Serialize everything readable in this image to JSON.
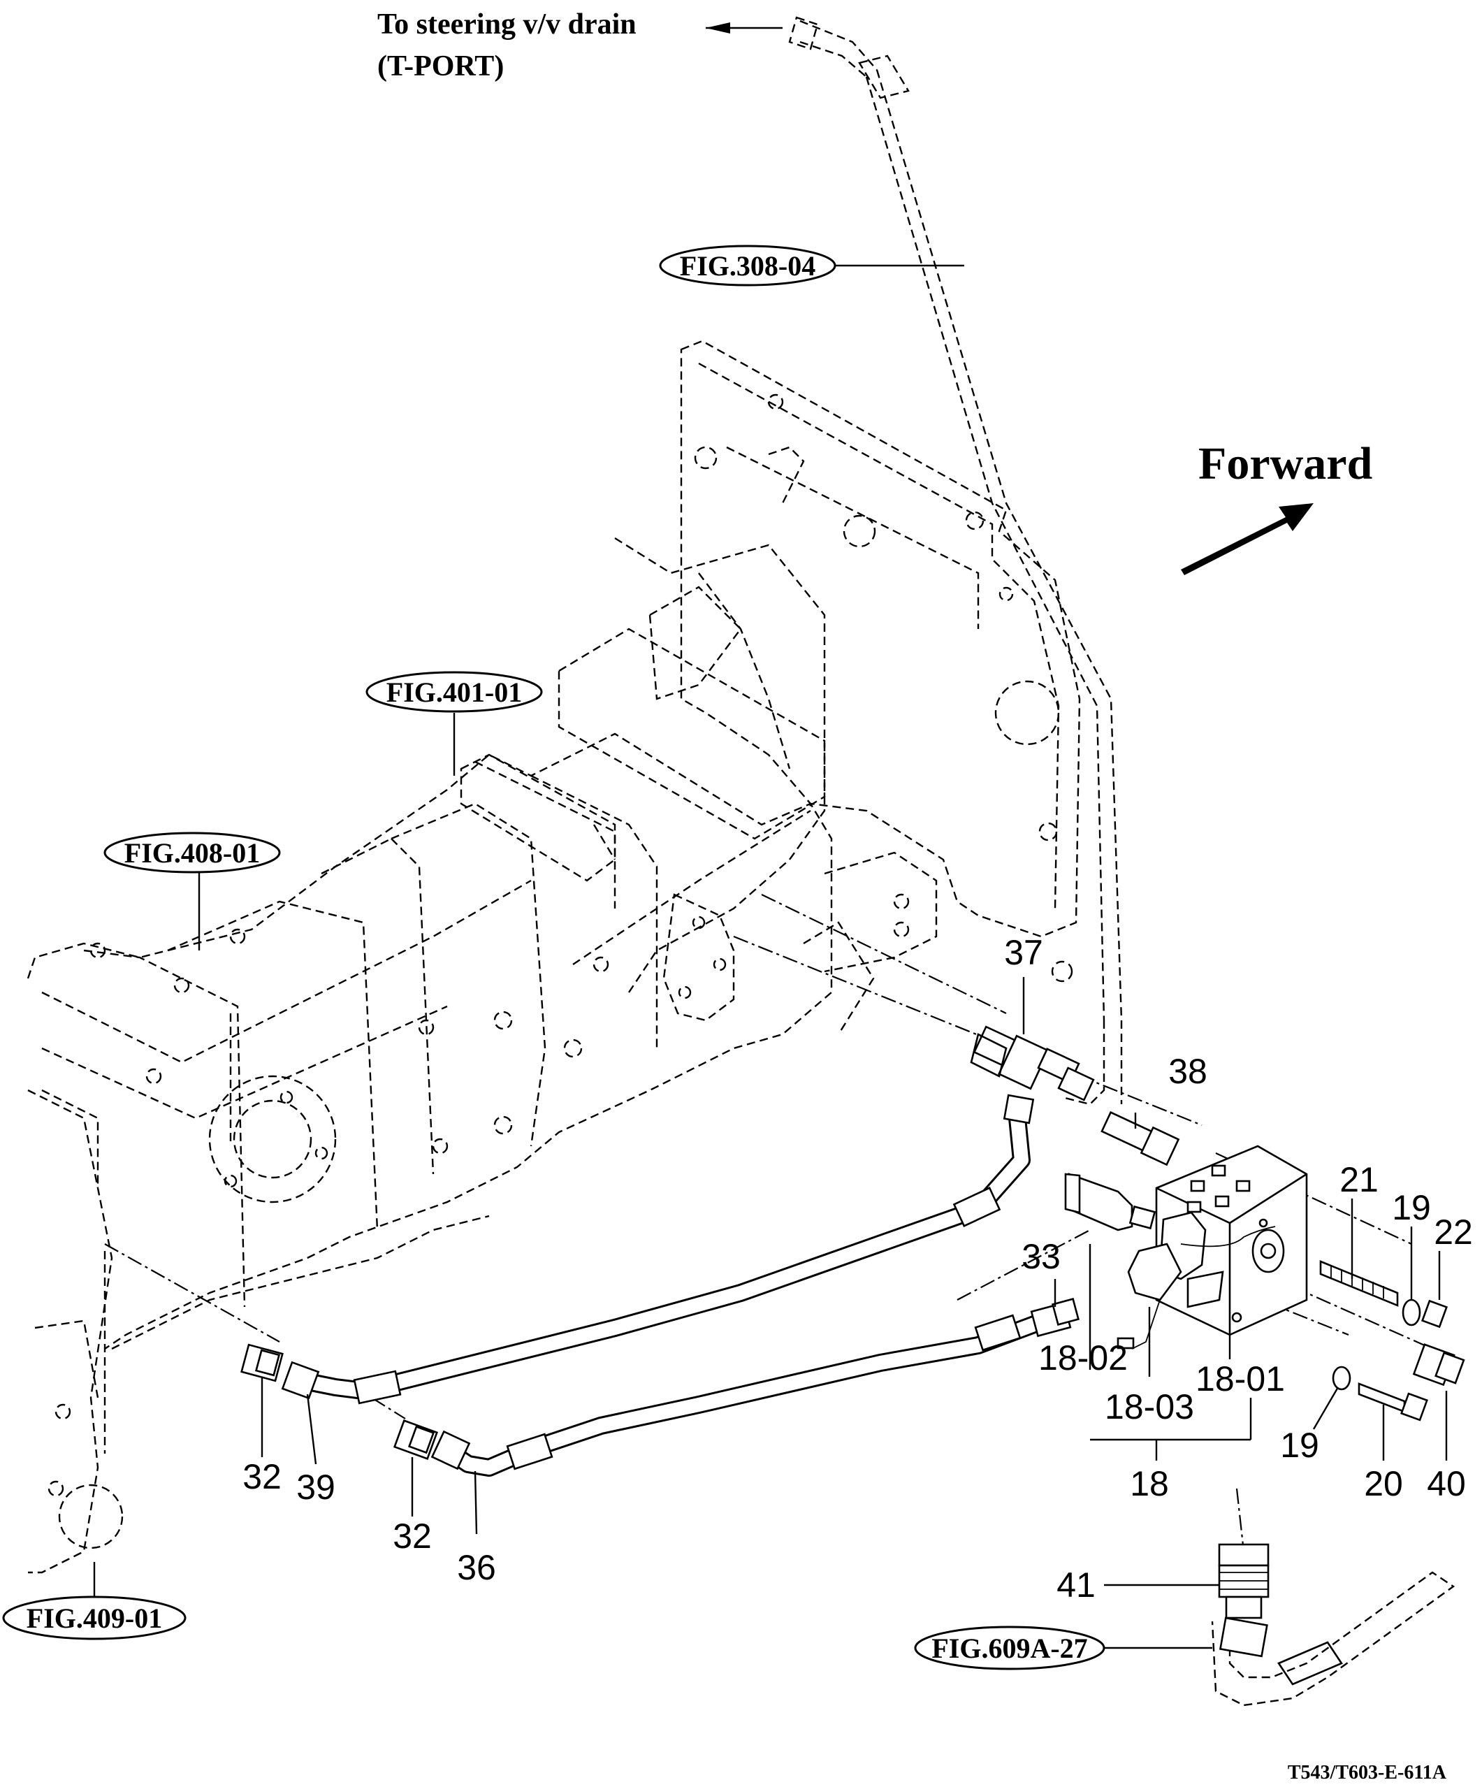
{
  "note": {
    "line1": "To steering v/v drain",
    "line2": "(T-PORT)"
  },
  "direction_label": "Forward",
  "figure_refs": [
    "FIG.308-04",
    "FIG.401-01",
    "FIG.408-01",
    "FIG.409-01",
    "FIG.609A-27"
  ],
  "callouts": {
    "c37": "37",
    "c38": "38",
    "c33": "33",
    "c21": "21",
    "c19a": "19",
    "c22": "22",
    "c18_02": "18-02",
    "c18_01": "18-01",
    "c18_03": "18-03",
    "c18": "18",
    "c19b": "19",
    "c20": "20",
    "c40": "40",
    "c32a": "32",
    "c39": "39",
    "c32b": "32",
    "c36": "36",
    "c41": "41"
  },
  "drawing_number": "T543/T603-E-611A"
}
